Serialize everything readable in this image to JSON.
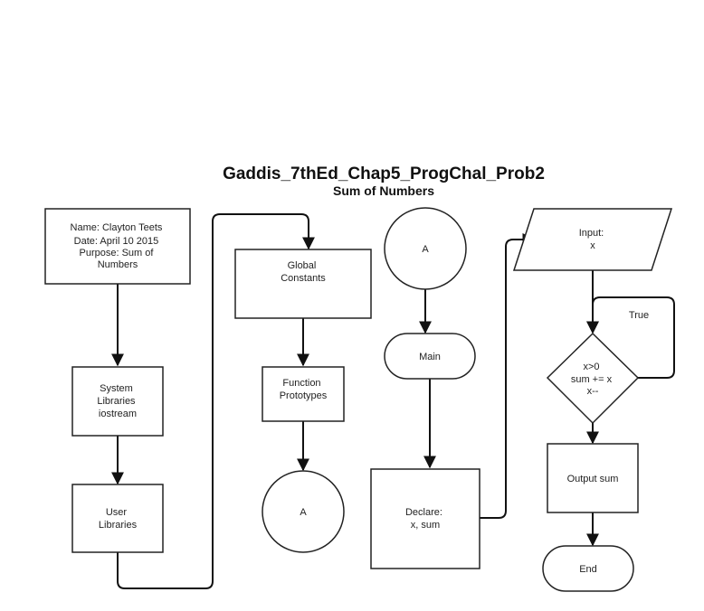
{
  "diagram": {
    "title": "Gaddis_7thEd_Chap5_ProgChal_Prob2",
    "subtitle": "Sum of Numbers"
  },
  "nodes": {
    "info": [
      "Name: Clayton Teets",
      "Date: April 10 2015",
      "Purpose: Sum of",
      "Numbers"
    ],
    "system_libraries": [
      "System",
      "Libraries",
      "iostream"
    ],
    "user_libraries": [
      "User",
      "Libraries"
    ],
    "global_constants": [
      "Global",
      "Constants"
    ],
    "function_prototypes": [
      "Function",
      "Prototypes"
    ],
    "connector_a_out": "A",
    "connector_a_in": "A",
    "main": "Main",
    "declare": [
      "Declare:",
      "x, sum"
    ],
    "input": [
      "Input:",
      "x"
    ],
    "loop_decision": [
      "x>0",
      "sum += x",
      "x--"
    ],
    "loop_true_label": "True",
    "output": "Output sum",
    "end": "End"
  }
}
